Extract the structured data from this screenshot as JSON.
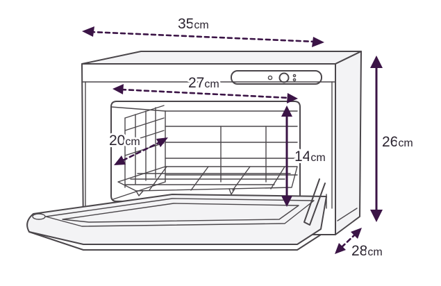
{
  "dimensions": {
    "width": {
      "value": "35",
      "unit": "cm"
    },
    "height": {
      "value": "26",
      "unit": "cm"
    },
    "depth": {
      "value": "28",
      "unit": "cm"
    },
    "inner_width": {
      "value": "27",
      "unit": "cm"
    },
    "inner_height": {
      "value": "14",
      "unit": "cm"
    },
    "inner_depth": {
      "value": "20",
      "unit": "cm"
    }
  },
  "colors": {
    "outline": "#4a464a",
    "dimension_arrow": "#3b1446",
    "label_text": "#2b2430",
    "background": "#ffffff"
  },
  "icons": [
    "dial-knob-icon",
    "indicator-light-icon",
    "dimension-arrow-icon"
  ]
}
